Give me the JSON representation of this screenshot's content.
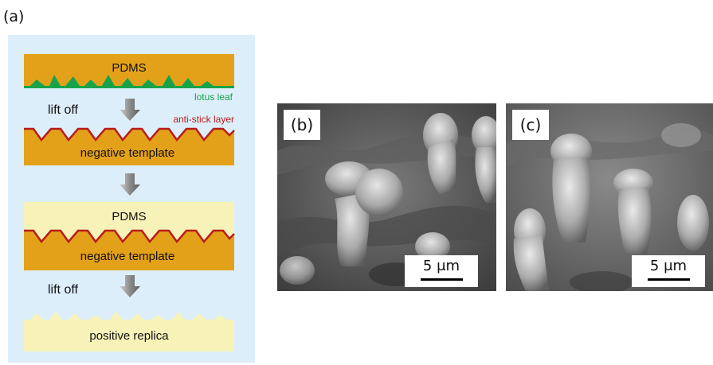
{
  "panel_a": {
    "label": "(a)",
    "pdms_top": "PDMS",
    "lotus_leaf": "lotus leaf",
    "lift_off_1": "lift off",
    "anti_stick": "anti-stick layer",
    "negative_template_1": "negative template",
    "pdms_mid": "PDMS",
    "negative_template_2": "negative template",
    "lift_off_2": "lift off",
    "positive_replica": "positive replica"
  },
  "panel_b": {
    "label": "(b)",
    "scale": "5 μm"
  },
  "panel_c": {
    "label": "(c)",
    "scale": "5 μm"
  },
  "colors": {
    "background_panel": "#dceef9",
    "pdms_orange": "#e3a11a",
    "lotus_green": "#16a34a",
    "anti_stick_red": "#b91c1c",
    "pale_yellow": "#f7f3b8",
    "arrow_gray": "#9a9a9a"
  }
}
